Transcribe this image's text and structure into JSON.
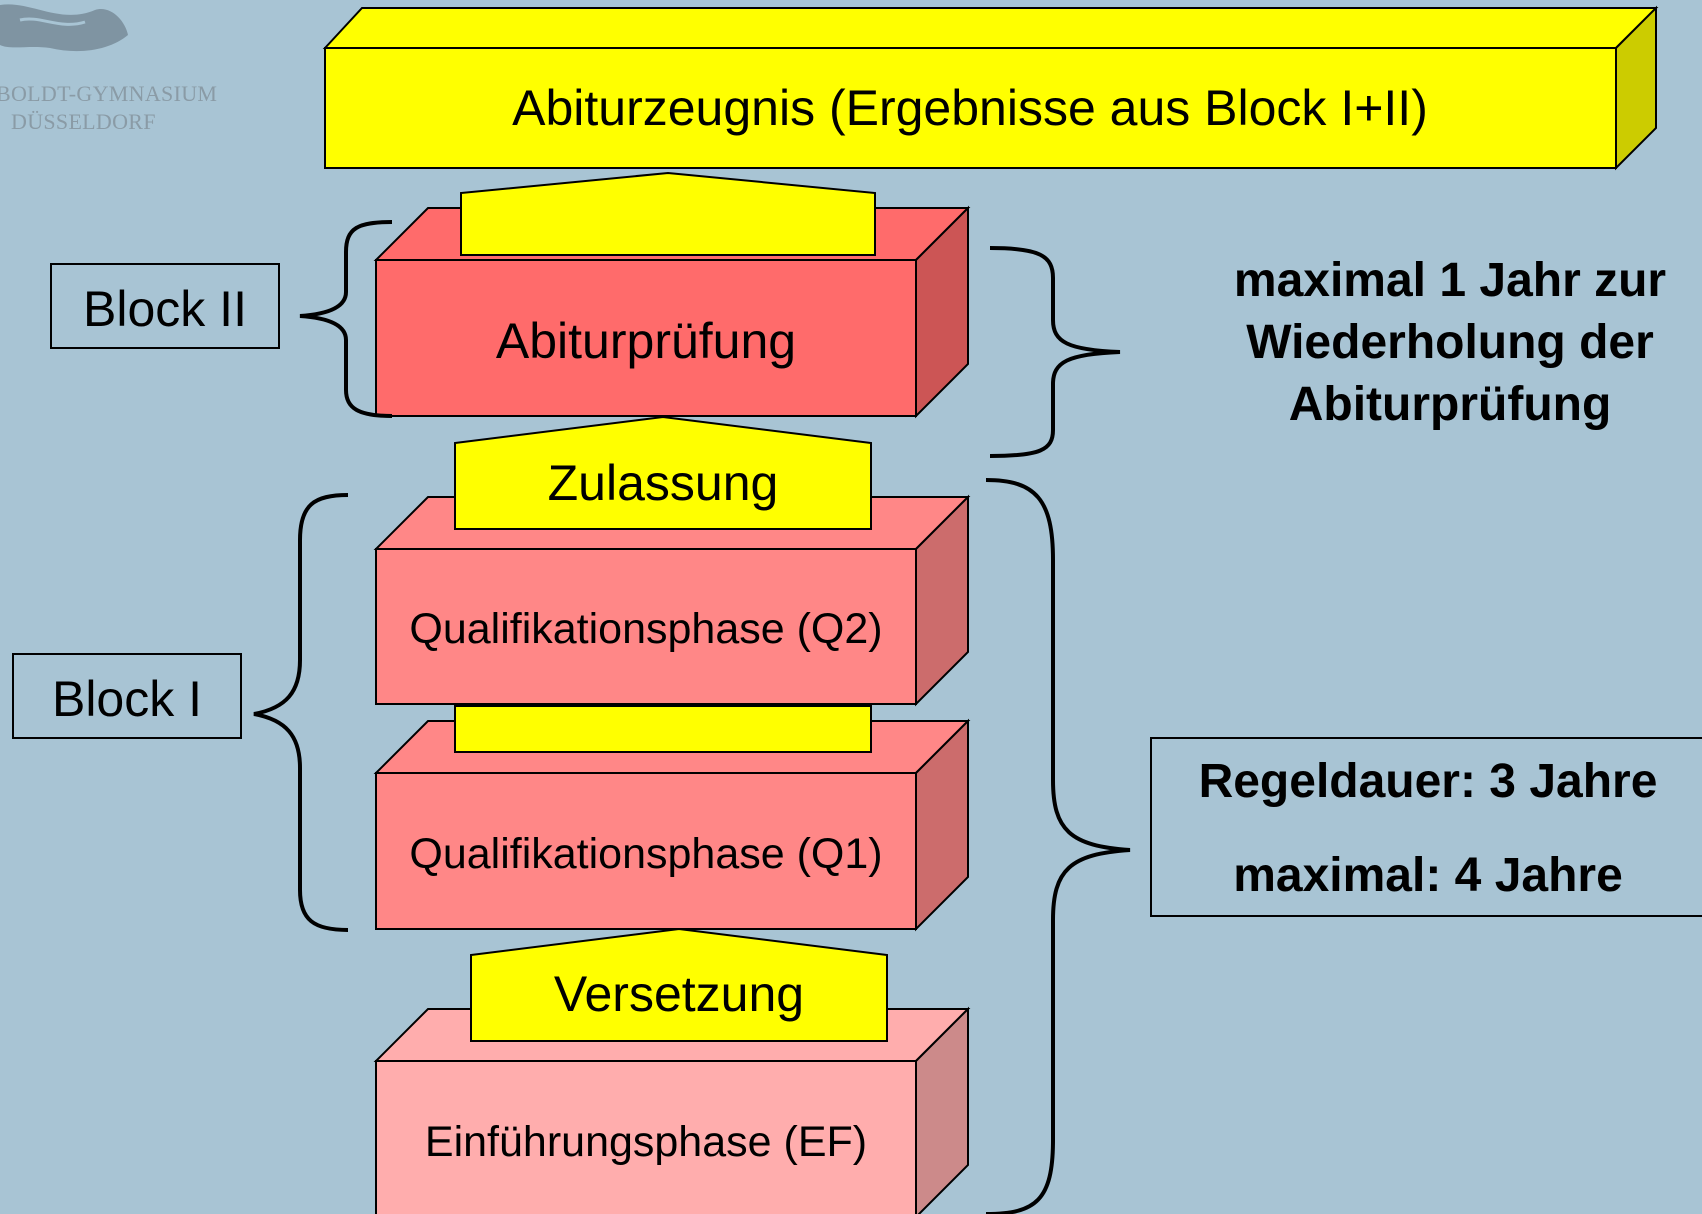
{
  "logo": {
    "line1": "BOLDT-GYMNASIUM",
    "line2": "DÜSSELDORF"
  },
  "top_box": {
    "label": "Abiturzeugnis (Ergebnisse aus Block I+II)"
  },
  "phases": {
    "abiturpruefung": "Abiturprüfung",
    "q2": "Qualifikationsphase (Q2)",
    "q1": "Qualifikationsphase (Q1)",
    "ef": "Einführungsphase (EF)"
  },
  "transitions": {
    "zulassung": "Zulassung",
    "versetzung": "Versetzung"
  },
  "blocks": {
    "block2": "Block II",
    "block1": "Block I"
  },
  "notes": {
    "retry_line1": "maximal 1 Jahr zur",
    "retry_line2": "Wiederholung der",
    "retry_line3": "Abiturprüfung",
    "duration_line1": "Regeldauer: 3 Jahre",
    "duration_line2": "maximal: 4 Jahre"
  },
  "colors": {
    "background": "#a8c4d4",
    "yellow_front": "#ffff00",
    "yellow_side": "#cccc00",
    "abiturpruefung_front": "#ff6b6b",
    "abiturpruefung_side": "#cc5555",
    "qualifikation_front": "#ff8787",
    "qualifikation_side": "#cc6c6c",
    "ef_front": "#ffadad",
    "ef_side": "#cc8a8a"
  }
}
